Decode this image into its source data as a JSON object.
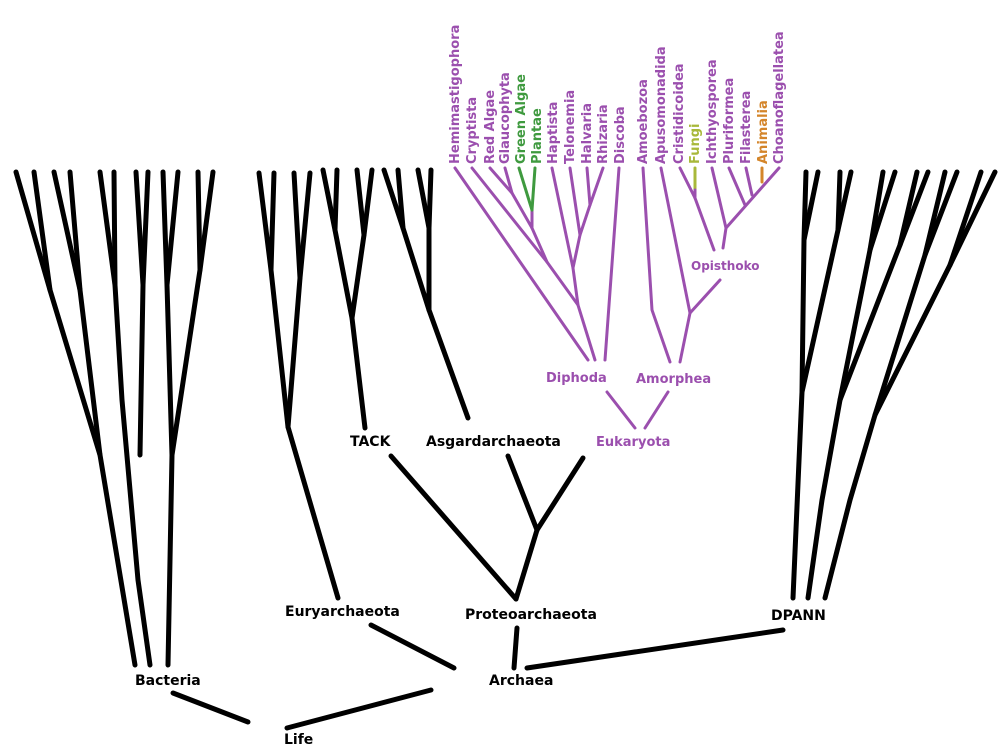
{
  "title": "Tree of Life phylogeny",
  "colors": {
    "prokaryote": "#000000",
    "eukaryote": "#9b4fae",
    "plantae": "#3f9a3f",
    "fungi": "#a8b83a",
    "animalia": "#d4852a"
  },
  "nodes": {
    "life": "Life",
    "bacteria": "Bacteria",
    "archaea": "Archaea",
    "euryarchaeota": "Euryarchaeota",
    "proteoarchaeota": "Proteoarchaeota",
    "dpann": "DPANN",
    "tack": "TACK",
    "asgard": "Asgardarchaeota",
    "eukaryota": "Eukaryota",
    "diphoda": "Diphoda",
    "amorphea": "Amorphea",
    "opisthokonta": "Opisthoko"
  },
  "eukaryote_leaves": [
    {
      "label": "Hemimastigophora",
      "group": "eukaryote"
    },
    {
      "label": "Cryptista",
      "group": "eukaryote"
    },
    {
      "label": "Red Algae",
      "group": "eukaryote"
    },
    {
      "label": "Glaucophyta",
      "group": "eukaryote"
    },
    {
      "label": "Green Algae",
      "group": "plantae"
    },
    {
      "label": "Plantae",
      "group": "plantae"
    },
    {
      "label": "Haptista",
      "group": "eukaryote"
    },
    {
      "label": "Telonemia",
      "group": "eukaryote"
    },
    {
      "label": "Halvaria",
      "group": "eukaryote"
    },
    {
      "label": "Rhizaria",
      "group": "eukaryote"
    },
    {
      "label": "Discoba",
      "group": "eukaryote"
    },
    {
      "label": "Amoebozoa",
      "group": "eukaryote"
    },
    {
      "label": "Apusomonadida",
      "group": "eukaryote"
    },
    {
      "label": "Cristidicoidea",
      "group": "eukaryote"
    },
    {
      "label": "Fungi",
      "group": "fungi"
    },
    {
      "label": "Ichthyosporea",
      "group": "eukaryote"
    },
    {
      "label": "Pluriformea",
      "group": "eukaryote"
    },
    {
      "label": "Filasterea",
      "group": "eukaryote"
    },
    {
      "label": "Animalia",
      "group": "animalia"
    },
    {
      "label": "Choanoflagellatea",
      "group": "eukaryote"
    }
  ]
}
